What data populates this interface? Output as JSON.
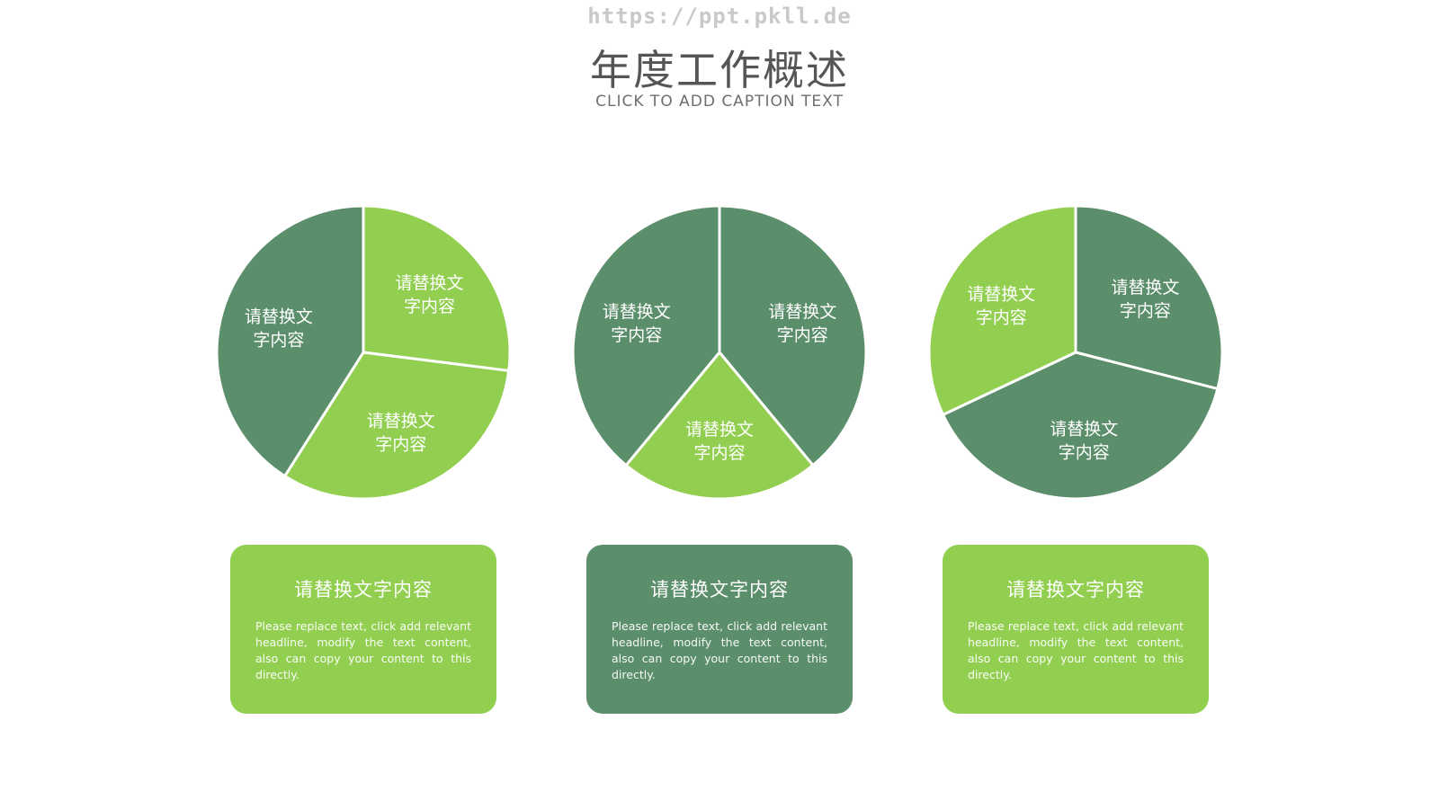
{
  "header": {
    "watermark": "https://ppt.pkll.de",
    "title": "年度工作概述",
    "caption": "CLICK TO ADD CAPTION TEXT"
  },
  "colors": {
    "light_green": "#92cf50",
    "dark_green": "#5b8e6a",
    "divider": "#ffffff"
  },
  "chart_data": [
    {
      "type": "pie",
      "title": "",
      "slices": [
        {
          "label": "请替换文字内容",
          "value": 27,
          "color": "#92cf50"
        },
        {
          "label": "请替换文字内容",
          "value": 32,
          "color": "#92cf50"
        },
        {
          "label": "请替换文字内容",
          "value": 41,
          "color": "#5b8e6a"
        }
      ]
    },
    {
      "type": "pie",
      "title": "",
      "slices": [
        {
          "label": "请替换文字内容",
          "value": 39,
          "color": "#5b8e6a"
        },
        {
          "label": "请替换文字内容",
          "value": 22,
          "color": "#92cf50"
        },
        {
          "label": "请替换文字内容",
          "value": 39,
          "color": "#5b8e6a"
        }
      ]
    },
    {
      "type": "pie",
      "title": "",
      "slices": [
        {
          "label": "请替换文字内容",
          "value": 29,
          "color": "#5b8e6a"
        },
        {
          "label": "请替换文字内容",
          "value": 39,
          "color": "#5b8e6a"
        },
        {
          "label": "请替换文字内容",
          "value": 32,
          "color": "#92cf50"
        }
      ]
    }
  ],
  "cards": [
    {
      "title": "请替换文字内容",
      "body": "Please replace text, click add relevant headline, modify the text content, also can copy your content to this directly.",
      "color": "#92cf50"
    },
    {
      "title": "请替换文字内容",
      "body": "Please replace text, click add relevant headline, modify the text content, also can copy your content to this directly.",
      "color": "#5b8e6a"
    },
    {
      "title": "请替换文字内容",
      "body": "Please replace text, click add relevant headline, modify the text content, also can copy your content to this directly.",
      "color": "#92cf50"
    }
  ]
}
